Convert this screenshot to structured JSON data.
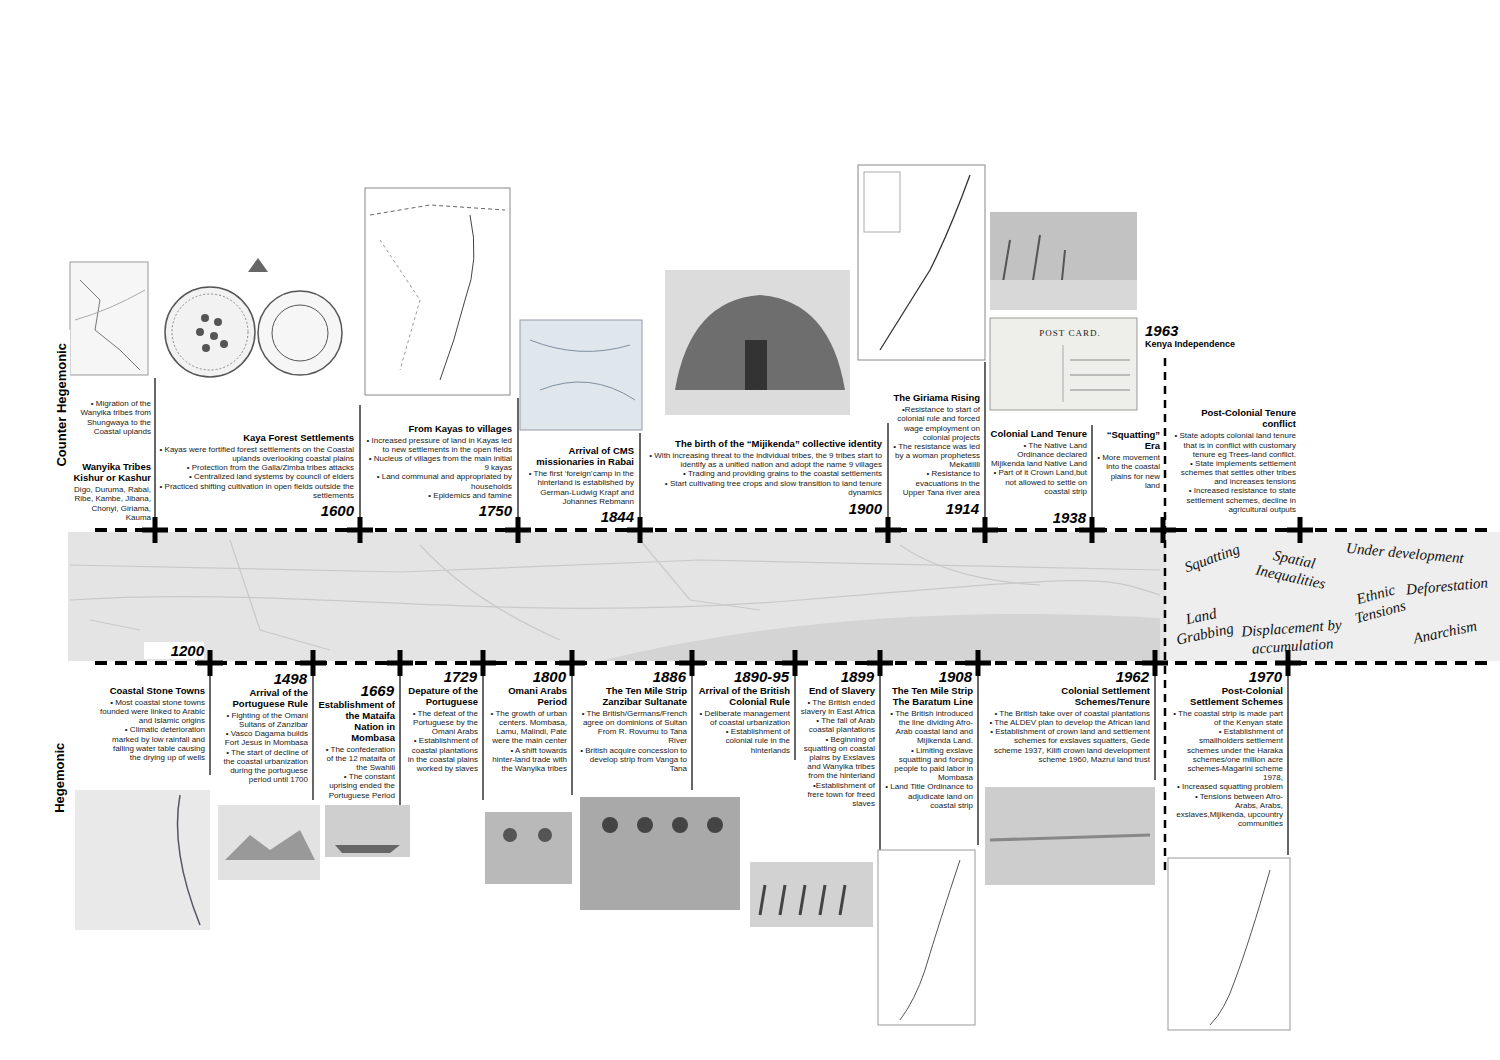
{
  "diagram": {
    "labels": [
      "Counter Hegemonic",
      "• Migration of the Wanyika tribes from Shungwaya to the Coastal uplands",
      "Wanyika Tribes Kishur or Kashur",
      "Digo, Duruma, Rabai, Ribe, Kambe, Jibana, Chonyi, Giriama, Kauma",
      "Kaya Forest Settlements",
      "• Kayas were fortified forest settlements on the Coastal uplands overlooking coastal plains",
      "• Protection from the Galla/Zimba tribes attacks",
      "• Centralized land systems by council of elders",
      "• Practiced shifting cultivation in open fields outside the settlements",
      "1600",
      "From Kayas to villages",
      "• Increased pressure of land in Kayas led to new settlements in the open fields",
      "• Nucleus of villages from the main initial 9 kayas",
      "• Land communal and appropriated by households",
      "• Epidemics and famine",
      "1750",
      "Arrival of CMS missionaries in Rabai",
      "• The first ‘foreign’camp in the hinterland is established by German-Ludwig Krapf and Johannes Rebmann",
      "1844",
      "The birth of the “Mijikenda” collective identity",
      "• With increasing threat to the individual tribes, the 9 tribes start to identify as a unified nation and adopt the name 9 villages",
      "• Trading and providing grains to the coastal settlements",
      "• Start cultivating tree crops and slow transition to land tenure dynamics",
      "1900",
      "The Giriama Rising",
      "•Resistance to start of colonial rule and forced wage employment on colonial projects",
      "• The resistance was led by a woman prophetess Mekatilili",
      "• Resistance to evacuations in the Upper Tana river area",
      "1914",
      "Colonial Land Tenure",
      "• The Native Land Ordinance declared Mijikenda land Native Land",
      "• Part of it Crown Land,but not allowed to settle on coastal strip",
      "1938",
      "“Squatting” Era",
      "• More movement into the coastal plains for new land",
      "1963",
      "Kenya Independence",
      "Post-Colonial Tenure conflict",
      "• State adopts colonial land tenure that is in conflict with customary tenure eg Trees-land conflict.",
      "• State implements settlement schemes that settles other tribes and increases tensions",
      "• Increased resistance to state settlement schemes, decline in agricultural outputs",
      "POST CARD.",
      "Squatting",
      "Spatial Inequalities",
      "Under development",
      "Deforestation",
      "Ethnic Tensions",
      "Land Grabbing",
      "Displacement by accumulation",
      "Anarchism",
      "Hegemonic",
      "1200",
      "Coastal Stone Towns",
      "• Most coastal stone towns founded were linked to Arabic and Islamic origins",
      "• Climatic deterioration marked by low rainfall and falling water table causing the drying up of wells",
      "1498",
      "Arrival of the Portuguese Rule",
      "• Fighting of the Omani Sultans of Zanzibar",
      "• Vasco Dagama builds Fort Jesus in Mombasa",
      "• The start of decline of the coastal urbanization during the portuguese period until 1700",
      "1669",
      "Establishment of the Mataifa Nation in Mombasa",
      "• The confederation of the 12 mataifa of the Swahili",
      "• The constant uprising ended the Portuguese Period",
      "1729",
      "Depature of the Portuguese",
      "• The defeat of the Portuguese by the Omani Arabs",
      "• Establishment of coastal plantations in the coastal plains worked by slaves",
      "1800",
      "Omani Arabs Period",
      "• The growth of urban centers. Mombasa, Lamu, Malindi, Pate were the main center",
      "• A shift towards hinter-land trade with the Wanyika tribes",
      "1886",
      "The Ten Mile Strip Zanzibar Sultanate",
      "• The British/Germans/French agree on dominions of Sultan From R. Rovumu to Tana River",
      "• British acquire concession to develop strip from Vanga to Tana",
      "1890-95",
      "Arrival of the British Colonial Rule",
      "• Deliberate management of coastal urbanization",
      "• Establishment of colonial rule in the hinterlands",
      "1899",
      "End of Slavery",
      "• The British ended slavery in East Africa",
      "• The fall of Arab coastal plantations",
      "• Beginning of squatting on coastal plains by Exslaves and Wanyika tribes from the hinterland",
      "•Establishment of frere town for freed slaves",
      "1908",
      "The Ten Mile Strip The Baratum Line",
      "• The British introduced the line dividing Afro-Arab coastal land and Mijikenda Land.",
      "• Limiting exslave squatting and forcing people to paid labor in Mombasa",
      "• Land Title Ordinance to adjudicate land on coastal strip",
      "1962",
      "Colonial Settlement Schemes/Tenure",
      "• The British take over of coastal plantations",
      "• The ALDEV plan to develop the African land",
      "• Establishment of crown land and settlement schemes for exslaves squatters, Gede scheme 1937, Kilifi crown land development scheme 1960, Mazrui land trust",
      "1970",
      "Post-Colonial Settlement Schemes",
      "• The coastal strip is made part of the Kenyan state",
      "• Establishment of smallholders settlement schemes under the Haraka schemes/one million acre schemes-Magarini scheme 1978,",
      "• Increased squatting problem",
      "• Tensions between Afro-Arabs, Arabs, exslaves,Mijikenda, upcountry communities"
    ]
  }
}
